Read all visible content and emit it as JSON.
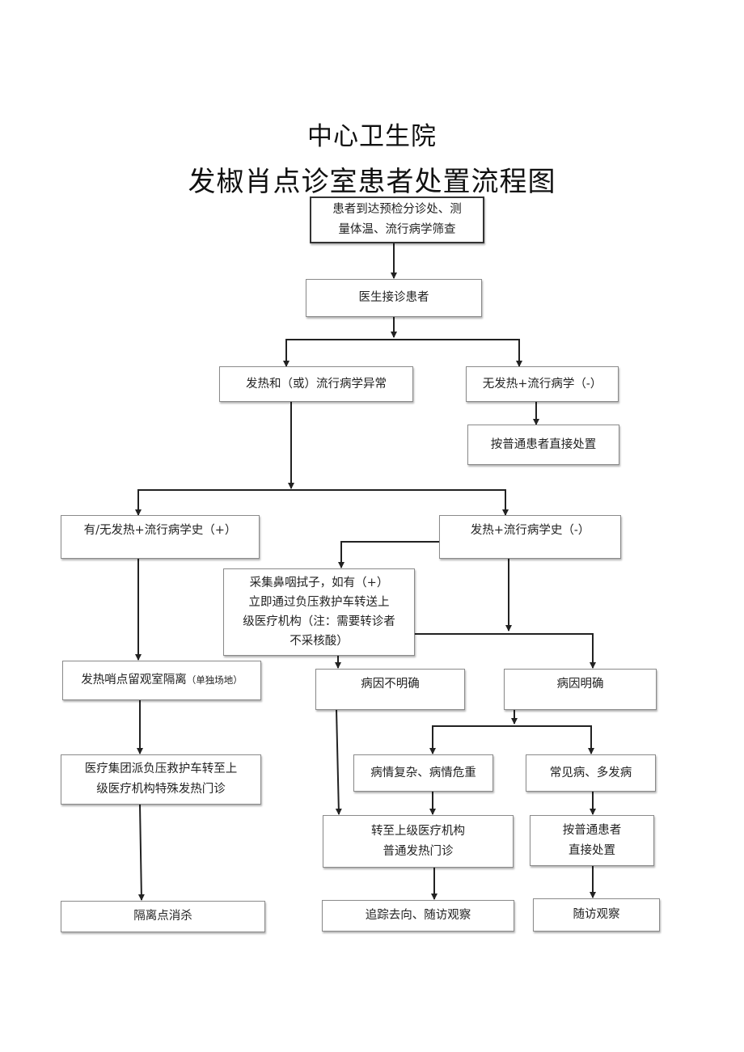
{
  "header": {
    "title": "中心卫生院",
    "subtitle": "发椒肖点诊室患者处置流程图"
  },
  "nodes": {
    "arrive": {
      "line1": "患者到达预检分诊处、测",
      "line2": "量体温、流行病学筛查"
    },
    "receive": {
      "text": "医生接诊患者"
    },
    "abnormal": {
      "text": "发热和（或）流行病学异常"
    },
    "no_fever": {
      "text": "无发热+流行病学（-）"
    },
    "normal_treat": {
      "text": "按普通患者直接处置"
    },
    "epi_pos": {
      "text": "有/无发热+流行病学史（+）"
    },
    "epi_neg": {
      "text": "发热+流行病学史（-）"
    },
    "swab": {
      "line1": "采集鼻咽拭子，如有（+）",
      "line2": "立即通过负压救护车转送上",
      "line3": "级医疗机构（注：需要转诊者",
      "line4": "不采核酸）"
    },
    "isolation_room": {
      "text": "发热哨点留观室隔离",
      "note": "（单独场地）"
    },
    "cause_unclear": {
      "text": "病因不明确"
    },
    "cause_clear": {
      "text": "病因明确"
    },
    "group_transfer": {
      "line1": "医疗集团派负压救护车转至上",
      "line2": "级医疗机构特殊发热门诊"
    },
    "complex": {
      "text": "病情复杂、病情危重"
    },
    "common": {
      "text": "常见病、多发病"
    },
    "transfer_upper": {
      "line1": "转至上级医疗机构",
      "line2": "普通发热门诊"
    },
    "normal_treat2": {
      "line1": "按普通患者",
      "line2": "直接处置"
    },
    "disinfect": {
      "text": "隔离点消杀"
    },
    "track": {
      "text": "追踪去向、随访观察"
    },
    "follow": {
      "text": "随访观察"
    }
  },
  "colors": {
    "line": "#222222",
    "box_border": "#8a8a8a"
  }
}
